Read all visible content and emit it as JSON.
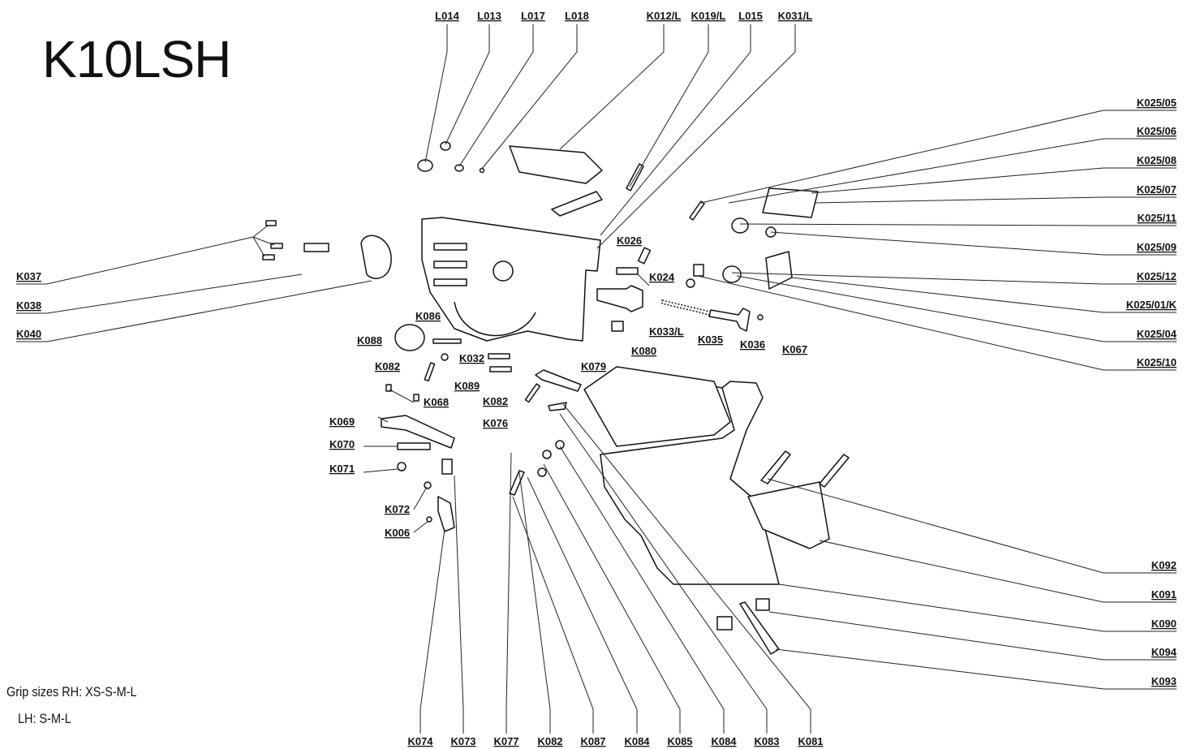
{
  "title": "K10LSH",
  "notes": {
    "grip_sizes": "Grip sizes   RH: XS-S-M-L",
    "lh": "LH: S-M-L"
  },
  "parts": {
    "top": [
      "L014",
      "L013",
      "L017",
      "L018",
      "K012/L",
      "K019/L",
      "L015",
      "K031/L"
    ],
    "right": [
      "K025/05",
      "K025/06",
      "K025/08",
      "K025/07",
      "K025/11",
      "K025/09",
      "K025/12",
      "K025/01/K",
      "K025/04",
      "K025/10",
      "K092",
      "K091",
      "K090",
      "K094",
      "K093"
    ],
    "left": [
      "K037",
      "K038",
      "K040"
    ],
    "bottom": [
      "K074",
      "K073",
      "K077",
      "K082",
      "K087",
      "K084",
      "K085",
      "K084",
      "K083",
      "K081"
    ],
    "inline": [
      "K026",
      "K024",
      "K033/L",
      "K035",
      "K036",
      "K067",
      "K080",
      "K086",
      "K088",
      "K032",
      "K082",
      "K089",
      "K068",
      "K079",
      "K082",
      "K076",
      "K069",
      "K070",
      "K071",
      "K072",
      "K006"
    ]
  }
}
